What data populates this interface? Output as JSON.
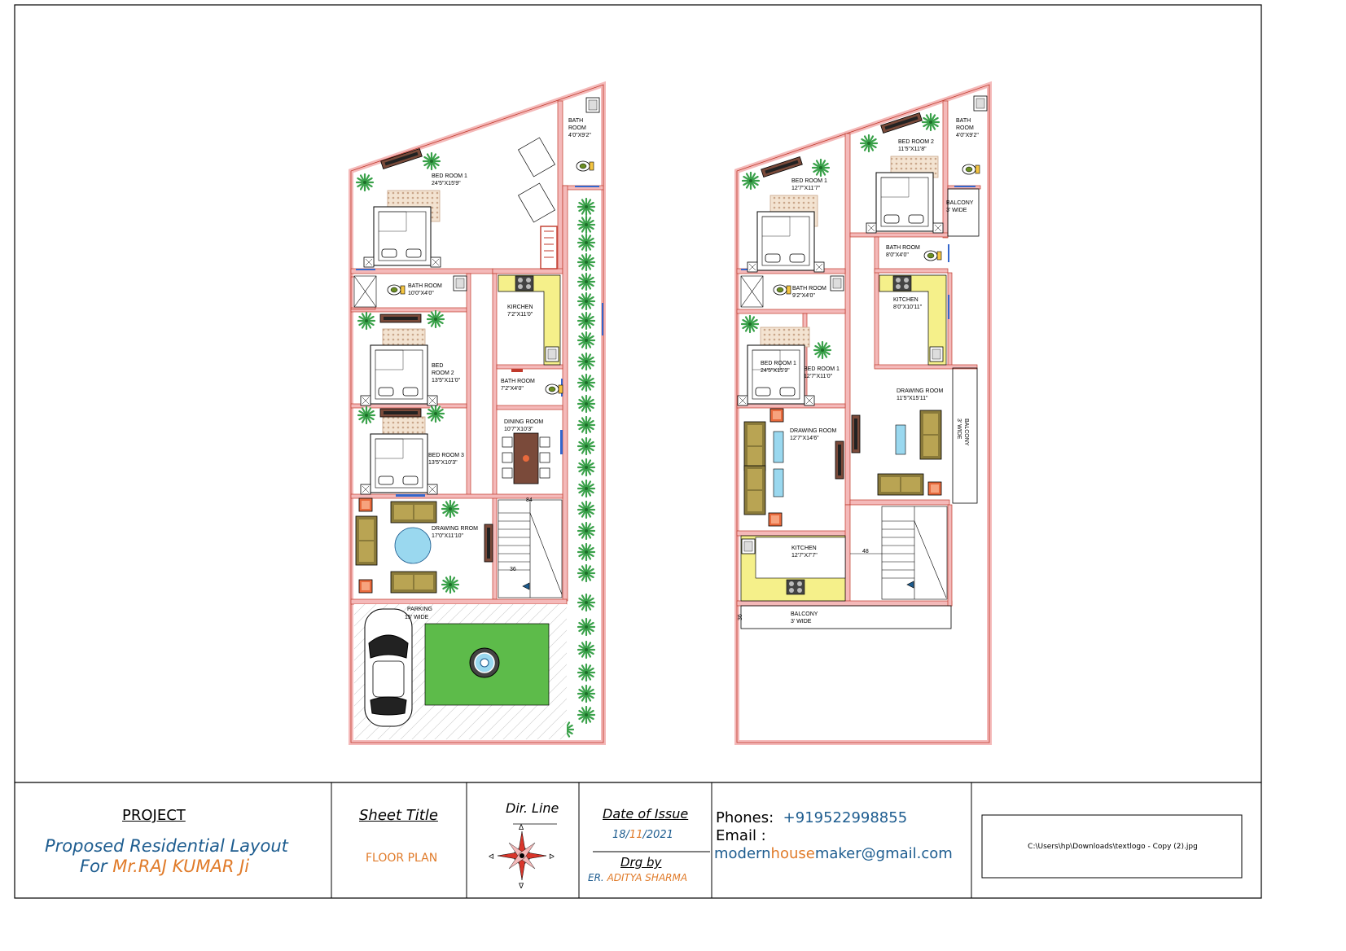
{
  "plan_left": {
    "rooms": [
      {
        "id": "bed1",
        "name": "BED ROOM 1",
        "size": "24'5\"X15'9\""
      },
      {
        "id": "bath_top",
        "name": "BATH",
        "name2": "ROOM",
        "size": "4'0\"X9'2\""
      },
      {
        "id": "bath1",
        "name": "BATH ROOM",
        "size": "10'0\"X4'0\""
      },
      {
        "id": "kitchen",
        "name": "KIRCHEN",
        "size": "7'2\"X11'0\""
      },
      {
        "id": "bed2",
        "name": "BED",
        "name2": "ROOM 2",
        "size": "13'5\"X11'0\""
      },
      {
        "id": "bath2",
        "name": "BATH ROOM",
        "size": "7'2\"X4'0\""
      },
      {
        "id": "dining",
        "name": "DINING ROOM",
        "size": "10'7\"X10'3\""
      },
      {
        "id": "bed3",
        "name": "BED ROOM 3",
        "size": "13'5\"X10'3\""
      },
      {
        "id": "drawing",
        "name": "DRAWING RROM",
        "size": "17'0\"X11'10\""
      },
      {
        "id": "parking",
        "name": "PARKING",
        "size": "15' WIDE"
      }
    ],
    "dims": [
      "84",
      "36"
    ]
  },
  "plan_right": {
    "rooms": [
      {
        "id": "bed1",
        "name": "BED ROOM 1",
        "size": "12'7\"X11'7\""
      },
      {
        "id": "bed2",
        "name": "BED ROOM 2",
        "size": "11'5\"X11'8\""
      },
      {
        "id": "bath_top",
        "name": "BATH",
        "name2": "ROOM",
        "size": "4'0\"X9'2\""
      },
      {
        "id": "balcony_top",
        "name": "BALCONY",
        "size": "3' WIDE"
      },
      {
        "id": "bath_mid",
        "name": "BATH ROOM",
        "size": "8'0\"X4'0\""
      },
      {
        "id": "bath1",
        "name": "BATH ROOM",
        "size": "9'2\"X4'0\""
      },
      {
        "id": "kitchen1",
        "name": "KITCHEN",
        "size": "8'0\"X10'11\""
      },
      {
        "id": "bed_a",
        "name": "BED ROOM 1",
        "size": "24'5\"X15'9\""
      },
      {
        "id": "bed_b",
        "name": "BED ROOM 1",
        "size": "12'7\"X11'0\""
      },
      {
        "id": "drawing2",
        "name": "DRAWING ROOM",
        "size": "11'5\"X15'11\""
      },
      {
        "id": "balcony_side",
        "name": "BALCONY",
        "size": "3' WIDE"
      },
      {
        "id": "drawing1",
        "name": "DRAWING ROOM",
        "size": "12'7\"X14'6\""
      },
      {
        "id": "kitchen2",
        "name": "KITCHEN",
        "size": "12'7\"X7'7\""
      },
      {
        "id": "balcony_bottom",
        "name": "BALCONY",
        "size": "3' WIDE"
      }
    ],
    "dims": [
      "48",
      "36"
    ]
  },
  "title_block": {
    "project_heading": "PROJECT",
    "project_line1": "Proposed Residential Layout",
    "project_line2_prefix": "For ",
    "project_line2_name": "Mr.RAJ KUMAR Ji",
    "sheet_title_heading": "Sheet Title",
    "sheet_title": "FLOOR PLAN",
    "dir_line_heading": "Dir. Line",
    "date_heading": "Date of Issue",
    "date_day": "18/",
    "date_month": "11",
    "date_year": "/2021",
    "drg_by_heading": "Drg by",
    "drg_by_prefix": "ER. ",
    "drg_by_name": "ADITYA SHARMA",
    "phones_label": "Phones:",
    "phones_value": "+919522998855",
    "email_label": "Email :",
    "email_part1": "modern",
    "email_part2": "house",
    "email_part3": "maker",
    "email_part4": "@gmail.com",
    "logo_path": "C:\\Users\\hp\\Downloads\\textlogo - Copy (2).jpg"
  },
  "colors": {
    "wall_fill": "#f4b9b9",
    "wall_stroke": "#c0392b",
    "kitchen_fill": "#f5f08a",
    "lawn": "#5dbb4a",
    "blue_text": "#1d5c8f",
    "orange_text": "#e07b2a"
  }
}
